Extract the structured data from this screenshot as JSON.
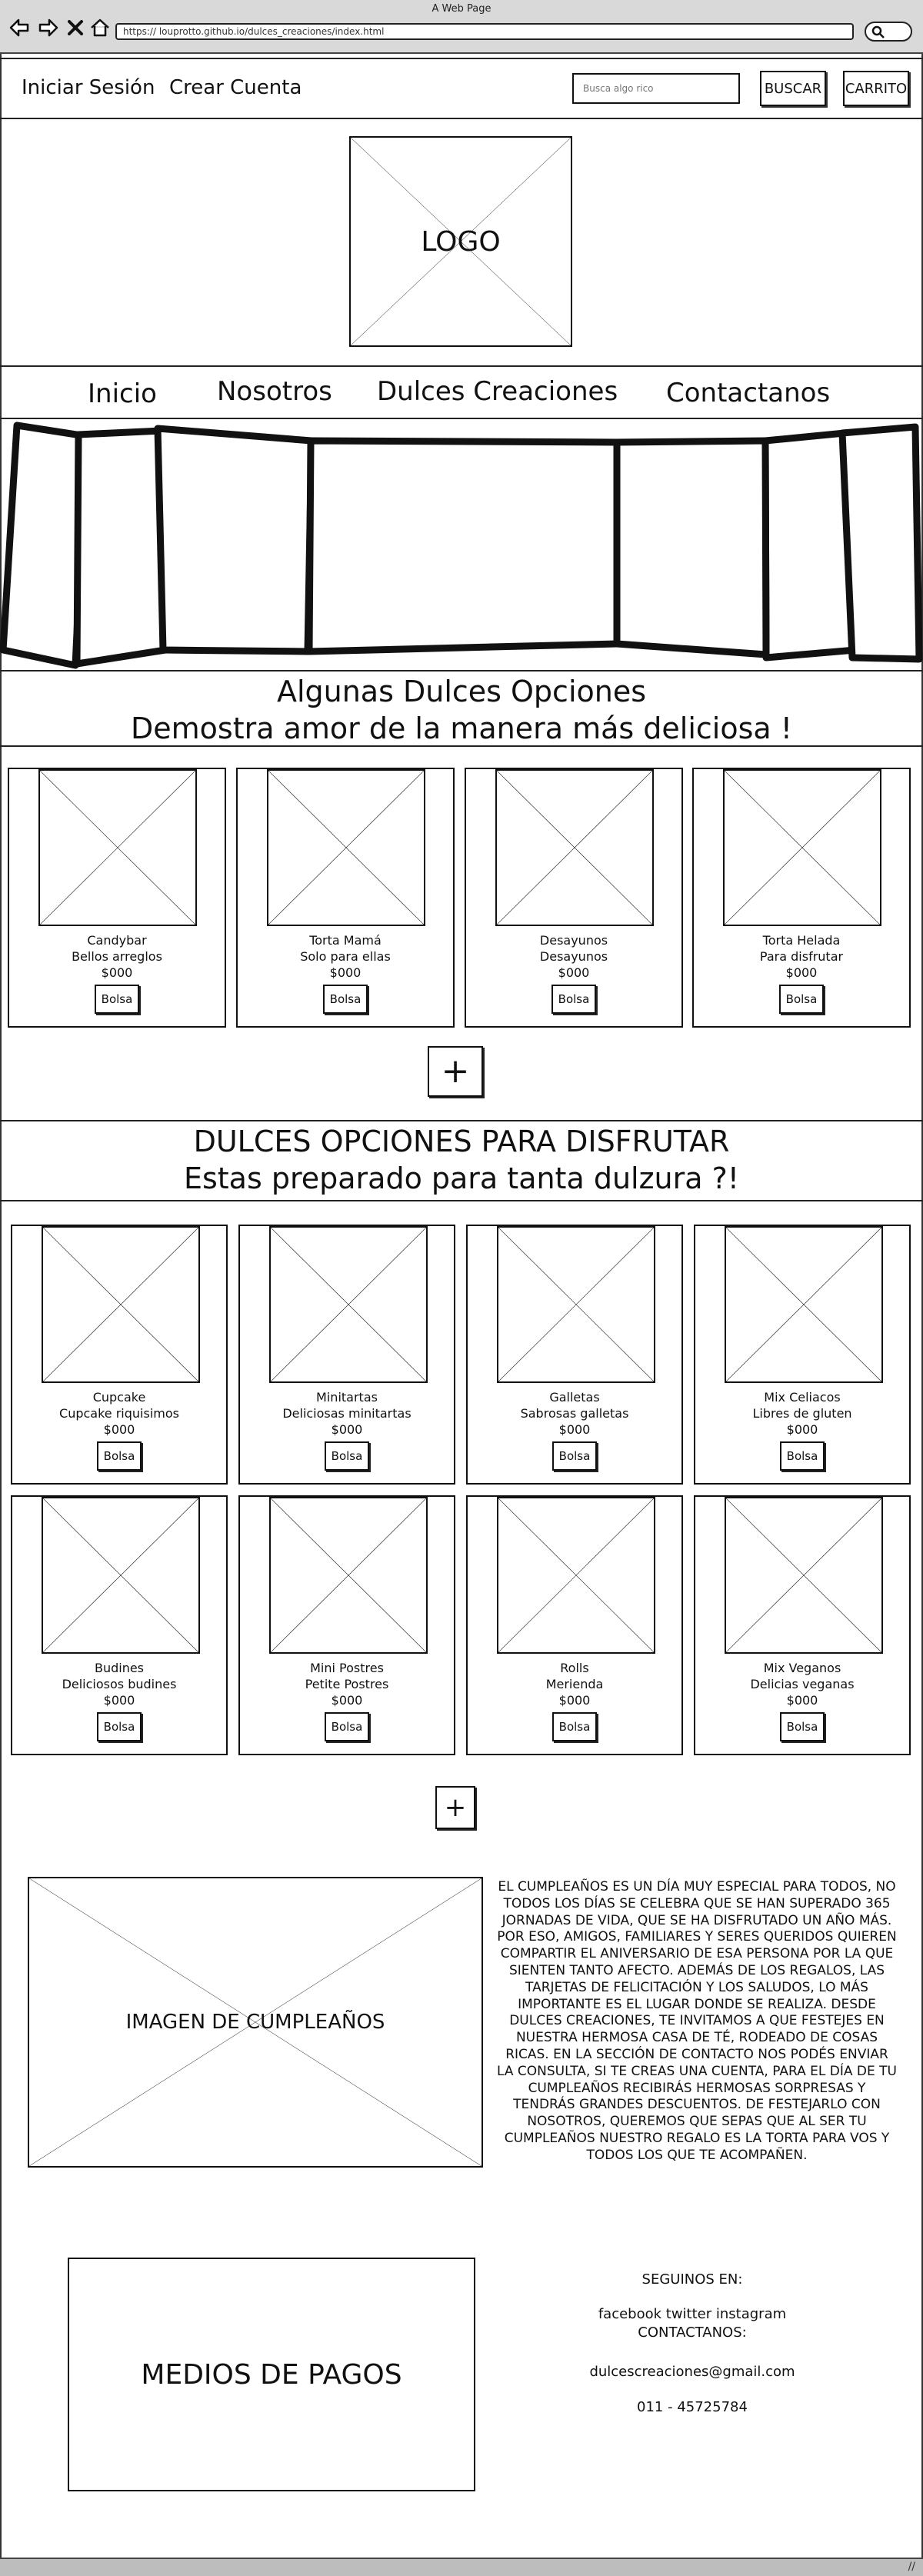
{
  "browser": {
    "title": "A Web Page",
    "url": "https://   louprotto.github.io/dulces_creaciones/index.html"
  },
  "header": {
    "login": "Iniciar Sesión",
    "signup": "Crear Cuenta",
    "search_placeholder": "Busca algo rico",
    "search_button": "BUSCAR",
    "cart_button": "CARRITO"
  },
  "logo": {
    "label": "LOGO"
  },
  "nav": {
    "items": [
      {
        "label": "Inicio"
      },
      {
        "label": "Nosotros"
      },
      {
        "label": "Dulces Creaciones"
      },
      {
        "label": "Contactanos"
      }
    ]
  },
  "section1": {
    "title": "Algunas Dulces Opciones",
    "subtitle": "Demostra amor de la manera más deliciosa !",
    "products": [
      {
        "name": "Candybar",
        "desc": "Bellos arreglos",
        "price": "$000",
        "button": "Bolsa"
      },
      {
        "name": "Torta Mamá",
        "desc": "Solo para ellas",
        "price": "$000",
        "button": "Bolsa"
      },
      {
        "name": "Desayunos",
        "desc": "Desayunos",
        "price": "$000",
        "button": "Bolsa"
      },
      {
        "name": "Torta Helada",
        "desc": "Para disfrutar",
        "price": "$000",
        "button": "Bolsa"
      }
    ],
    "more": "+"
  },
  "section2": {
    "title": "DULCES OPCIONES PARA DISFRUTAR",
    "subtitle": "Estas preparado para tanta dulzura ?!",
    "products": [
      {
        "name": "Cupcake",
        "desc": "Cupcake riquisimos",
        "price": "$000",
        "button": "Bolsa"
      },
      {
        "name": "Minitartas",
        "desc": "Deliciosas minitartas",
        "price": "$000",
        "button": "Bolsa"
      },
      {
        "name": "Galletas",
        "desc": "Sabrosas galletas",
        "price": "$000",
        "button": "Bolsa"
      },
      {
        "name": "Mix Celiacos",
        "desc": "Libres de gluten",
        "price": "$000",
        "button": "Bolsa"
      },
      {
        "name": "Budines",
        "desc": "Deliciosos budines",
        "price": "$000",
        "button": "Bolsa"
      },
      {
        "name": "Mini Postres",
        "desc": "Petite Postres",
        "price": "$000",
        "button": "Bolsa"
      },
      {
        "name": "Rolls",
        "desc": "Merienda",
        "price": "$000",
        "button": "Bolsa"
      },
      {
        "name": "Mix Veganos",
        "desc": "Delicias veganas",
        "price": "$000",
        "button": "Bolsa"
      }
    ],
    "more": "+"
  },
  "birthday": {
    "image_label": "IMAGEN DE CUMPLEAÑOS",
    "text": "EL CUMPLEAÑOS ES UN DÍA MUY ESPECIAL PARA TODOS, NO TODOS LOS DÍAS SE CELEBRA QUE SE HAN SUPERADO 365 JORNADAS DE VIDA, QUE SE HA DISFRUTADO UN AÑO MÁS. POR ESO, AMIGOS, FAMILIARES Y SERES QUERIDOS QUIEREN COMPARTIR EL ANIVERSARIO DE ESA PERSONA POR LA QUE SIENTEN TANTO AFECTO. ADEMÁS DE LOS REGALOS, LAS TARJETAS DE FELICITACIÓN Y LOS SALUDOS, LO MÁS IMPORTANTE ES EL LUGAR DONDE SE REALIZA. DESDE DULCES CREACIONES, TE INVITAMOS A QUE FESTEJES EN NUESTRA HERMOSA CASA DE TÉ, RODEADO DE COSAS RICAS. EN LA SECCIÓN DE CONTACTO NOS PODÉS ENVIAR LA CONSULTA, SI TE CREAS UNA CUENTA, PARA EL DÍA DE TU CUMPLEAÑOS RECIBIRÁS HERMOSAS SORPRESAS Y TENDRÁS GRANDES DESCUENTOS. DE FESTEJARLO CON NOSOTROS, QUEREMOS QUE SEPAS QUE AL SER TU CUMPLEAÑOS NUESTRO REGALO ES LA TORTA PARA VOS Y TODOS LOS QUE TE ACOMPAÑEN."
  },
  "footer": {
    "payments_label": "MEDIOS DE PAGOS",
    "follow": "SEGUINOS EN:",
    "social": "facebook twitter instagram",
    "contact": "CONTACTANOS:",
    "email": "dulcescreaciones@gmail.com",
    "phone": "011 - 45725784"
  }
}
